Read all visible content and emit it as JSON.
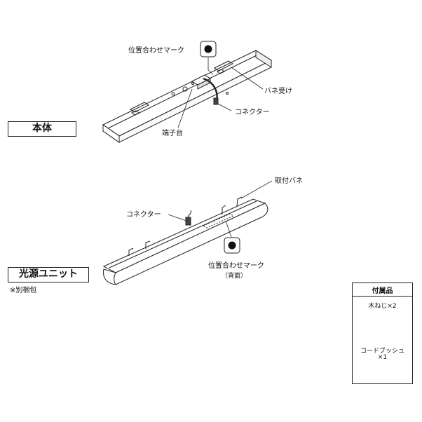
{
  "main_body": {
    "title": "本体",
    "labels": {
      "position_mark": "位置合わせマーク",
      "spring_receiver": "バネ受け",
      "connector": "コネクター",
      "terminal_block": "端子台"
    }
  },
  "light_unit": {
    "title": "光源ユニット",
    "note": "※別梱包",
    "labels": {
      "mounting_spring": "取付バネ",
      "connector": "コネクター",
      "position_mark": "位置合わせマーク",
      "position_mark_sub": "（背面）"
    }
  },
  "accessories": {
    "title": "付属品",
    "wood_screw": "木ねじ×2",
    "cord_bush_line1": "コードブッシュ",
    "cord_bush_line2": "×1"
  }
}
